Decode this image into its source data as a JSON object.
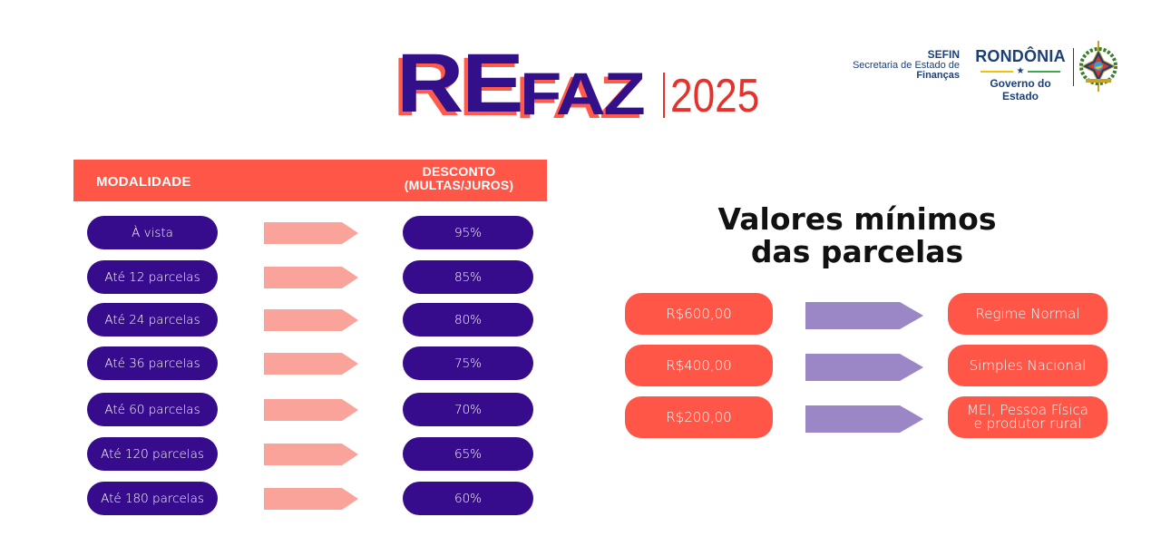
{
  "header": {
    "title_re": "RE",
    "title_faz": "FAZ",
    "title_year": "2025",
    "colors": {
      "title_main": "#32108a",
      "title_shadow": "#ff5a4a",
      "year": "#e5322d"
    }
  },
  "logos": {
    "sefin": {
      "acronym": "SEFIN",
      "line1": "Secretaria de Estado de",
      "line2": "Finanças"
    },
    "rondonia": {
      "name": "RONDÔNIA",
      "star": "★",
      "subtitle": "Governo do Estado"
    },
    "crest_icon": "state-coat-of-arms-icon"
  },
  "discount_table": {
    "header": {
      "modalidade": "MODALIDADE",
      "desconto_line1": "DESCONTO",
      "desconto_line2": "(MULTAS/JUROS)"
    },
    "rows": [
      {
        "modalidade": "À vista",
        "desconto": "95%"
      },
      {
        "modalidade": "Até 12 parcelas",
        "desconto": "85%"
      },
      {
        "modalidade": "Até 24 parcelas",
        "desconto": "80%"
      },
      {
        "modalidade": "Até 36 parcelas",
        "desconto": "75%"
      },
      {
        "modalidade": "Até 60 parcelas",
        "desconto": "70%"
      },
      {
        "modalidade": "Até 120 parcelas",
        "desconto": "65%"
      },
      {
        "modalidade": "Até 180 parcelas",
        "desconto": "60%"
      }
    ],
    "colors": {
      "header_bg": "#ff5647",
      "pill_bg": "#360c8c",
      "arrow": "#f9a39b"
    }
  },
  "minimum_installments": {
    "title_line1": "Valores mínimos",
    "title_line2": "das parcelas",
    "rows": [
      {
        "valor": "R$600,00",
        "categoria_line1": "Regime Normal",
        "categoria_line2": ""
      },
      {
        "valor": "R$400,00",
        "categoria_line1": "Simples Nacional",
        "categoria_line2": ""
      },
      {
        "valor": "R$200,00",
        "categoria_line1": "MEI, Pessoa Física",
        "categoria_line2": "e produtor rural"
      }
    ],
    "colors": {
      "pill_bg": "#ff5647",
      "arrow": "#9b86c6"
    }
  }
}
